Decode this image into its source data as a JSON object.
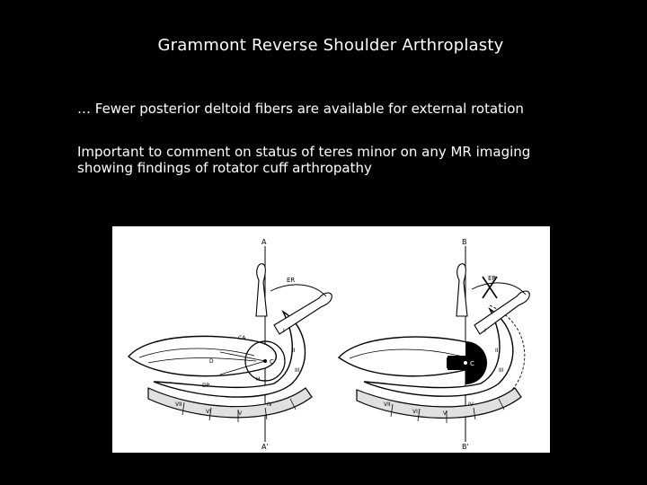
{
  "slide": {
    "title": "Grammont Reverse Shoulder Arthroplasty",
    "bullets": [
      "… Fewer posterior deltoid fibers are available for external rotation",
      "Important to comment on status of teres minor on any MR imaging showing findings of rotator cuff arthropathy"
    ]
  },
  "figure": {
    "left_panel": {
      "axis_top": "A",
      "axis_bottom": "A'",
      "rotation_label": "ER",
      "center_label": "C",
      "zone_labels": [
        "I",
        "II",
        "III",
        "IV",
        "V",
        "VI",
        "VII"
      ],
      "small_labels": [
        "CA",
        "D",
        "DP",
        "H"
      ]
    },
    "right_panel": {
      "axis_top": "B",
      "axis_bottom": "B'",
      "rotation_label": "ER",
      "center_label": "C",
      "zone_labels": [
        "I",
        "II",
        "III",
        "IV",
        "V",
        "VI",
        "VII"
      ]
    }
  }
}
